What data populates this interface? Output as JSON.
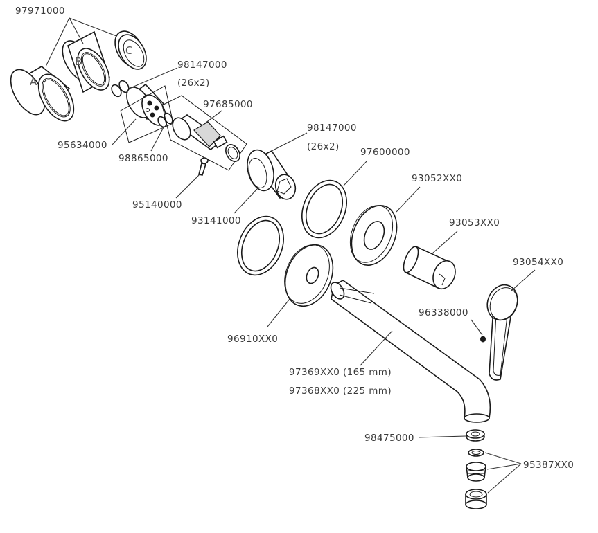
{
  "diagram": {
    "parts": {
      "p97971000": "97971000",
      "p98147000_top": "98147000",
      "p26x2_top": "(26x2)",
      "p97685000": "97685000",
      "p95634000": "95634000",
      "p98865000": "98865000",
      "p95140000": "95140000",
      "p98147000_mid": "98147000",
      "p26x2_mid": "(26x2)",
      "p97600000": "97600000",
      "p93141000": "93141000",
      "p93052XX0": "93052XX0",
      "p93053XX0": "93053XX0",
      "p93054XX0": "93054XX0",
      "p96338000": "96338000",
      "p96910XX0": "96910XX0",
      "p97369XX0": "97369XX0 (165 mm)",
      "p97368XX0": "97368XX0 (225 mm)",
      "p98475000": "98475000",
      "p95387XX0": "95387XX0"
    },
    "sleeve_letters": {
      "a": "A",
      "b": "B",
      "c": "C"
    }
  }
}
